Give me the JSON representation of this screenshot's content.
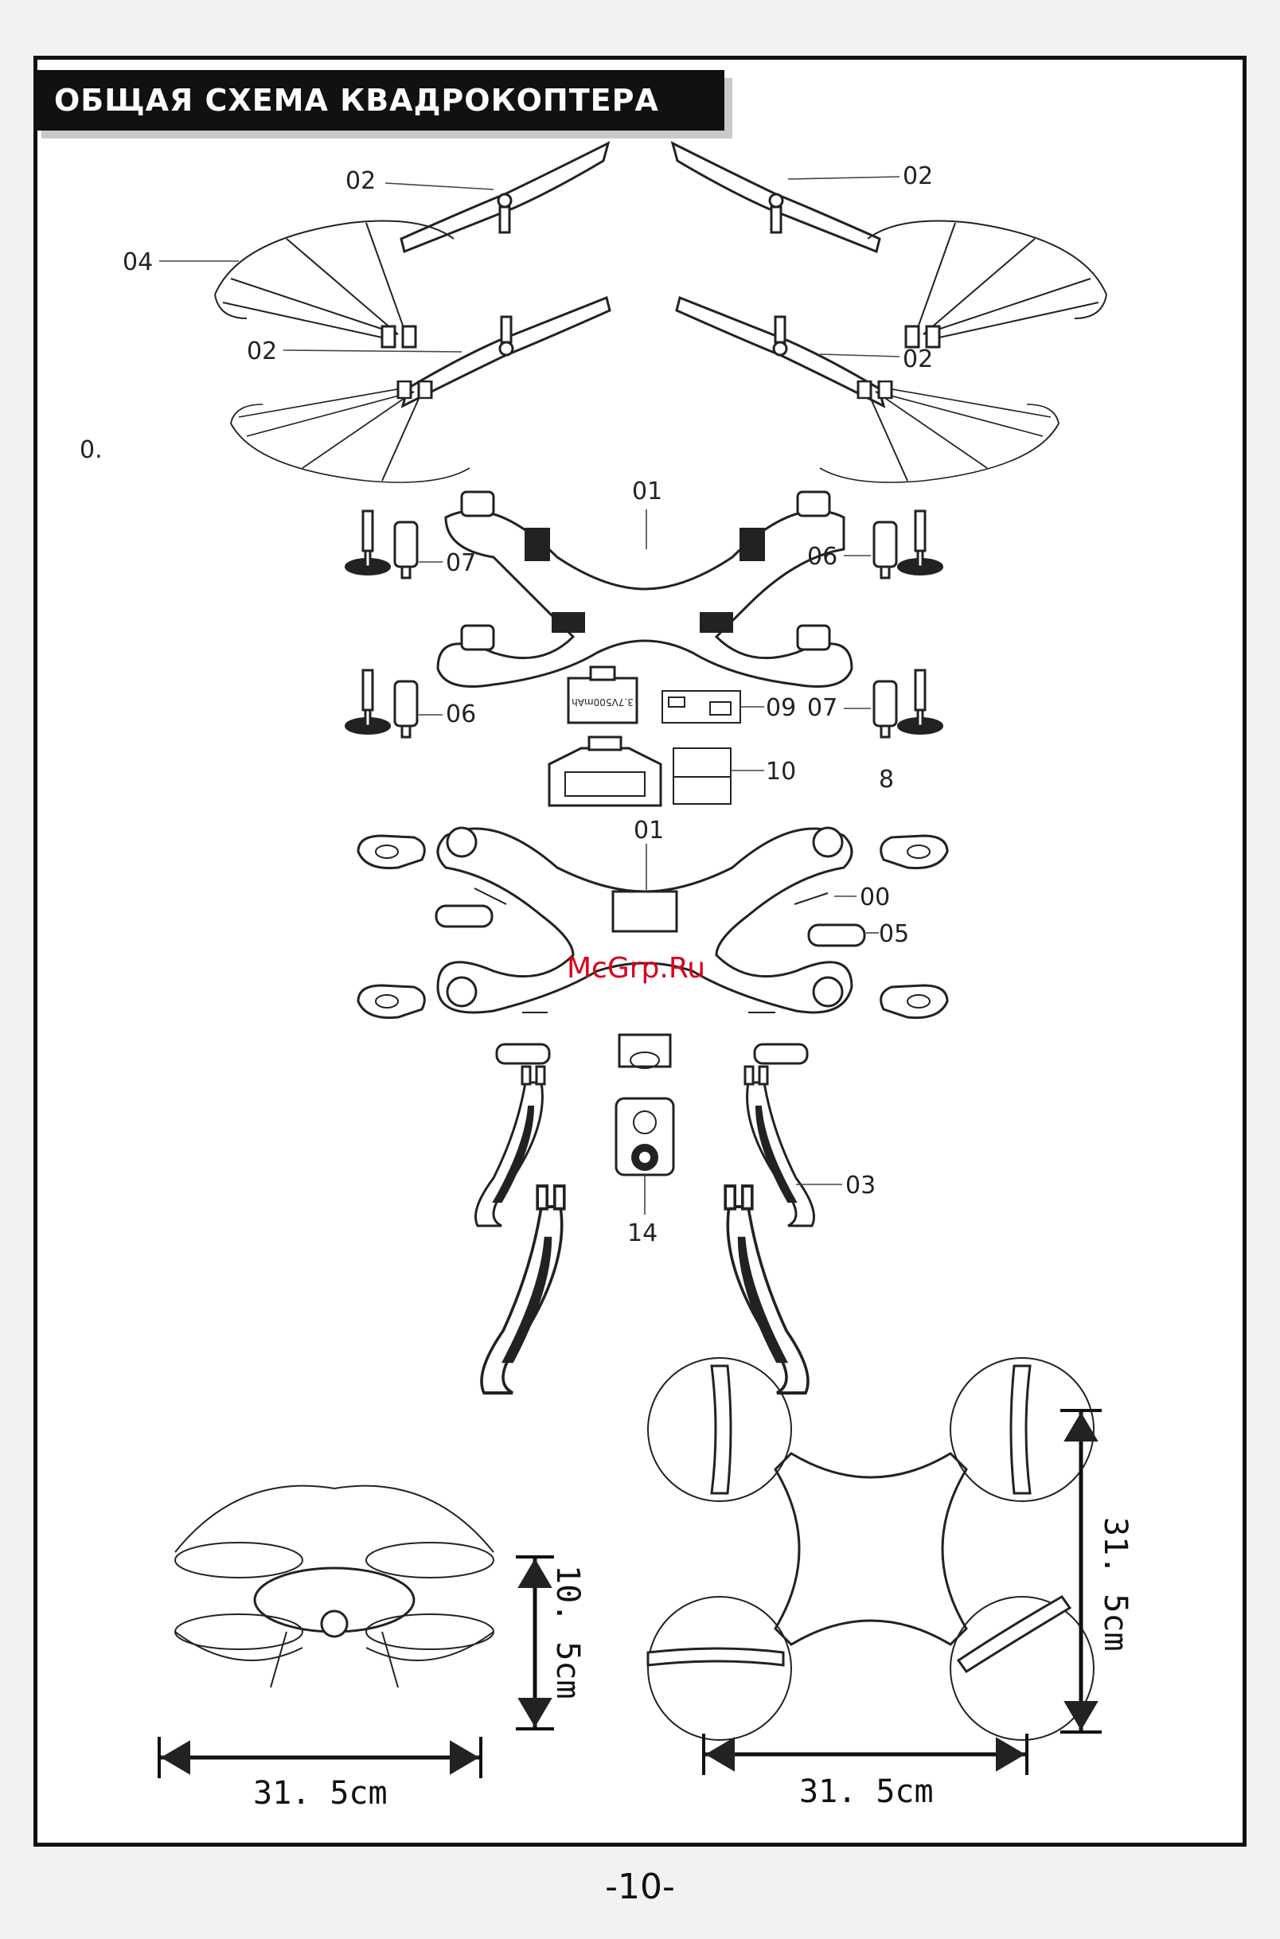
{
  "header": {
    "title": "ОБЩАЯ СХЕМА КВАДРОКОПТЕРА"
  },
  "labels": {
    "l02a": "02",
    "l02b": "02",
    "l02c": "02",
    "l02d": "02",
    "l04": "04",
    "l04b": "0.",
    "l01a": "01",
    "l07a": "07",
    "l06a": "06",
    "l06b": "06",
    "l09": "09",
    "l07b": "07",
    "l10": "10",
    "l8": "8",
    "l01b": "01",
    "l00": "00",
    "l05": "05",
    "l03": "03",
    "l14": "14"
  },
  "battery_text": "3.7V500mAh",
  "dimensions": {
    "side_width": "31. 5cm",
    "side_height": "10. 5cm",
    "top_width": "31. 5cm",
    "top_height": "31. 5cm"
  },
  "watermark": "McGrp.Ru",
  "footer": {
    "page_number": "-10-"
  }
}
